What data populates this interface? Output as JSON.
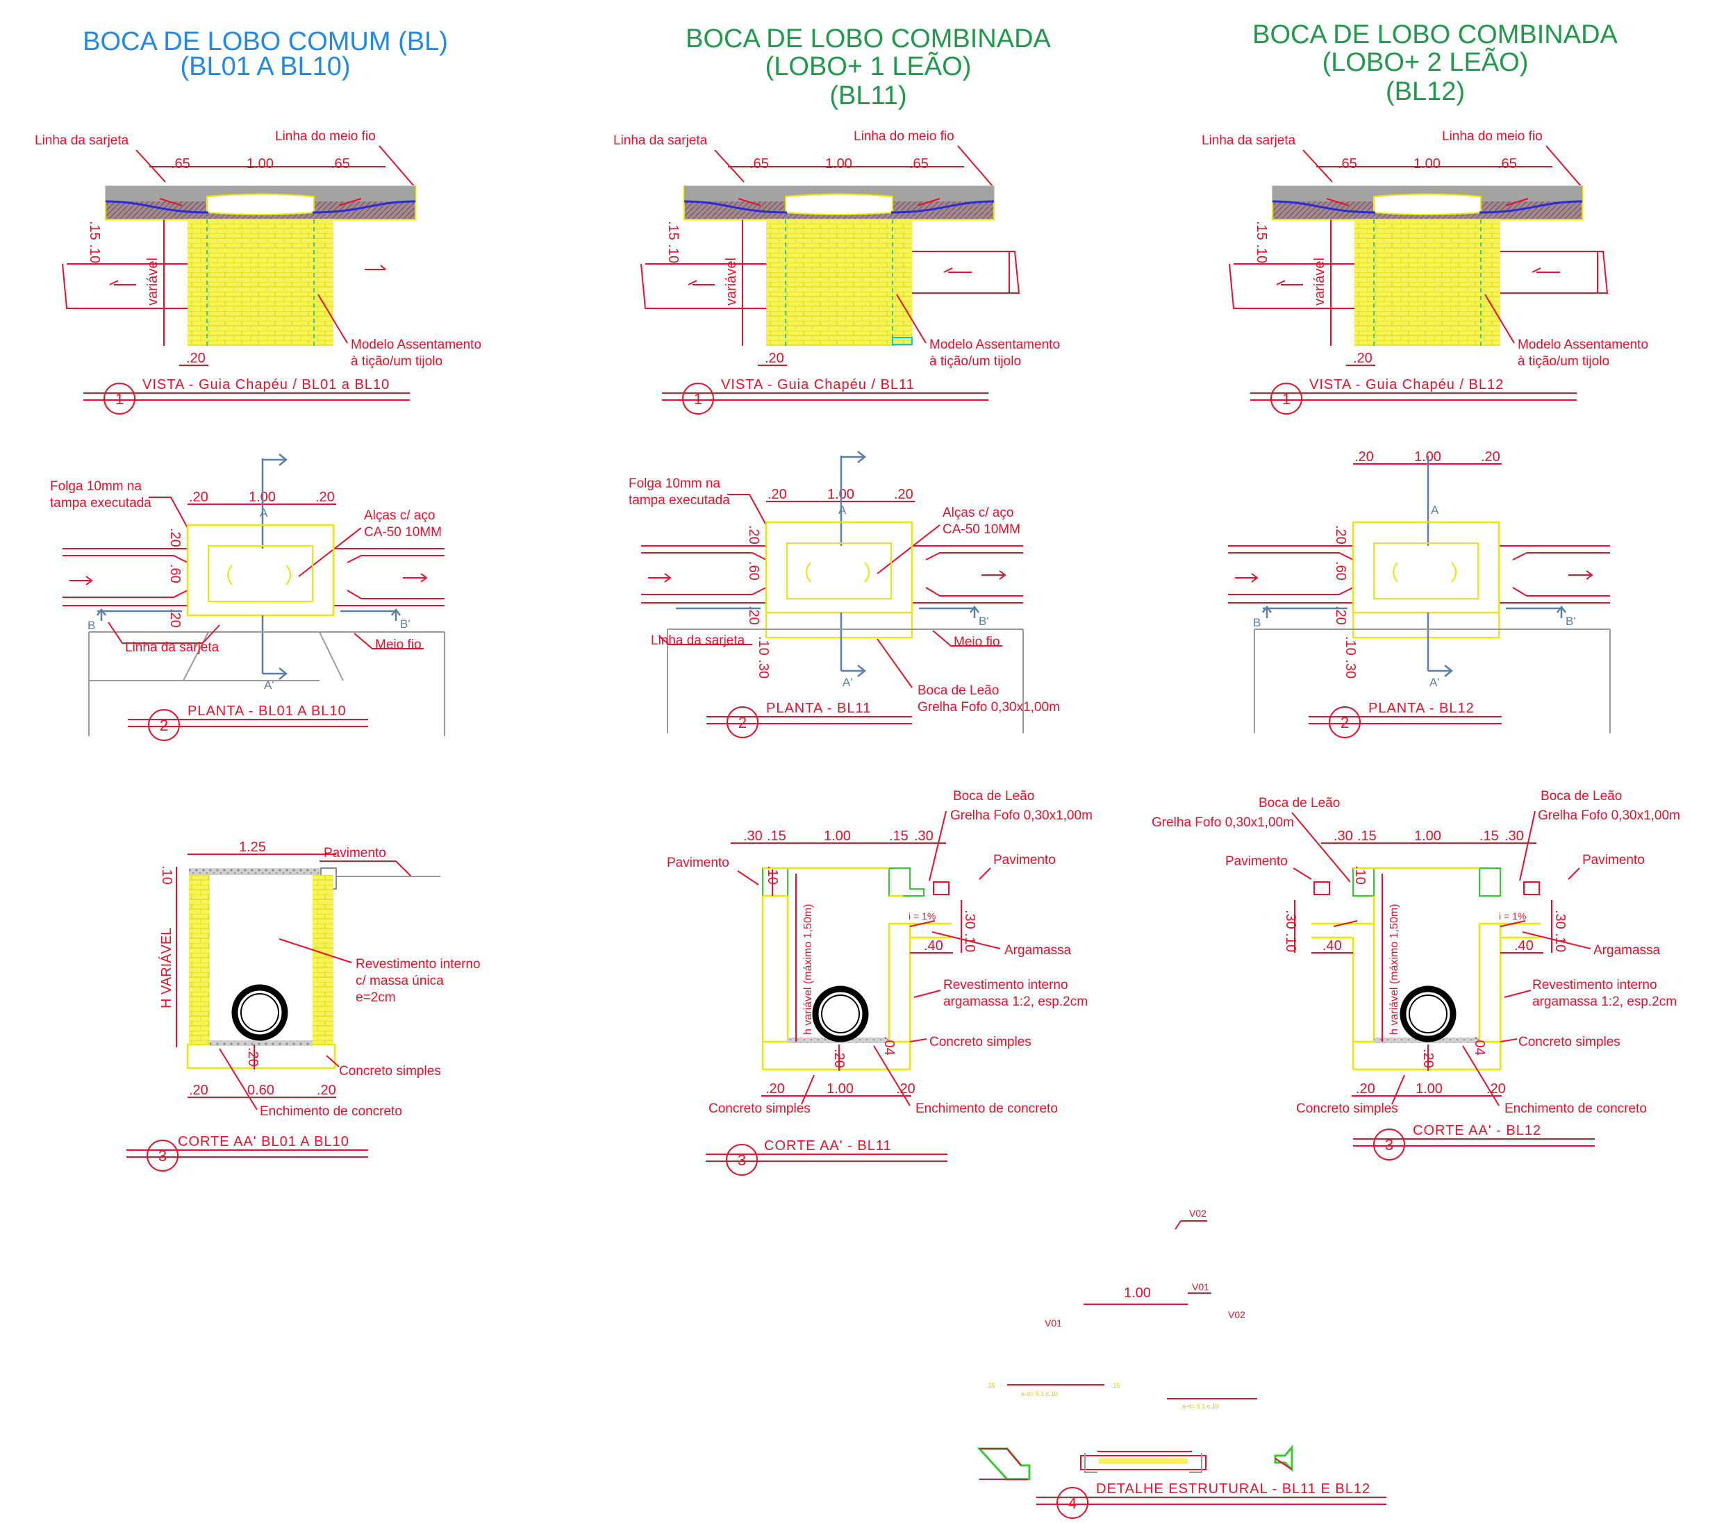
{
  "colors": {
    "title_blue": "#1f8ae3",
    "title_green": "#1e9a4a",
    "annotation_red": "#e8102a",
    "masonry_yellow": "#f6f25a",
    "section_blue": "#5b7fa8"
  },
  "columns": [
    {
      "title": [
        "BOCA DE LOBO COMUM (BL)",
        "(BL01 A BL10)"
      ],
      "vista": {
        "left_label": "Linha da sarjeta",
        "right_label": "Linha do meio fio",
        "dims": [
          ".65",
          "1.00",
          ".65"
        ],
        "vdim": ".15 .10",
        "variavel": "variável",
        "bottom_dim": ".20",
        "note": [
          "Modelo Assentamento",
          "à tição/um tijolo"
        ],
        "caption_num": "1",
        "caption": "VISTA - Guia Chapéu / BL01 a BL10"
      },
      "planta": {
        "folga": [
          "Folga 10mm na",
          "tampa executada"
        ],
        "dims": [
          ".20",
          "1.00",
          ".20"
        ],
        "alcas": [
          "Alças c/ aço",
          "CA-50 10MM"
        ],
        "vdims": [
          ".20",
          ".60",
          ".20"
        ],
        "sarjeta": "Linha da sarjeta",
        "meio_fio": "Meio fio",
        "sec_A": "A",
        "sec_A2": "A'",
        "sec_B": "B",
        "sec_B2": "B'",
        "caption_num": "2",
        "caption": "PLANTA - BL01 A BL10"
      },
      "corte": {
        "top_dim": "1.25",
        "pavimento": "Pavimento",
        "vdim": ".10",
        "h_variavel": "H VARIÁVEL",
        "revest": [
          "Revestimento interno",
          "c/ massa única",
          "e=2cm"
        ],
        "dim_20": ".20",
        "concreto": "Concreto simples",
        "bottom_dims": [
          ".20",
          "0.60",
          ".20"
        ],
        "enchimento": "Enchimento de concreto",
        "caption_num": "3",
        "caption": "CORTE AA' BL01 A BL10"
      }
    },
    {
      "title": [
        "BOCA DE LOBO COMBINADA",
        "(LOBO+ 1 LEÃO)",
        "(BL11)"
      ],
      "vista": {
        "left_label": "Linha da sarjeta",
        "right_label": "Linha do meio fio",
        "dims": [
          ".65",
          "1.00",
          ".65"
        ],
        "vdim": ".15 .10",
        "variavel": "variável",
        "bottom_dim": ".20",
        "note": [
          "Modelo Assentamento",
          "à tição/um tijolo"
        ],
        "caption_num": "1",
        "caption": "VISTA - Guia Chapéu / BL11"
      },
      "planta": {
        "folga": [
          "Folga 10mm na",
          "tampa executada"
        ],
        "dims": [
          ".20",
          "1.00",
          ".20"
        ],
        "alcas": [
          "Alças c/ aço",
          "CA-50 10MM"
        ],
        "vdims": [
          ".20",
          ".60",
          ".20"
        ],
        "vdim2": ".10 .30",
        "sarjeta": "Linha da sarjeta",
        "meio_fio": "Meio fio",
        "leao": [
          "Boca de Leão",
          "Grelha Fofo 0,30x1,00m"
        ],
        "sec_A": "A",
        "sec_A2": "A'",
        "sec_B2": "B'",
        "caption_num": "2",
        "caption": "PLANTA - BL11"
      },
      "corte": {
        "leao": [
          "Boca de Leão",
          "Grelha Fofo 0,30x1,00m"
        ],
        "top_dims": [
          ".30",
          ".15",
          "1.00",
          ".15",
          ".30"
        ],
        "pavimento": "Pavimento",
        "pavimento_right": "Pavimento",
        "vdim_left": ".10",
        "h_label": "h variável (máximo 1,50m)",
        "slope": "i = 1%",
        "vdim_right": ".30 .10",
        "dim_40": ".40",
        "argamassa": "Argamassa",
        "revest": [
          "Revestimento interno",
          "argamassa 1:2, esp.2cm"
        ],
        "dim_04": ".04",
        "concreto_right": "Concreto simples",
        "dim_20": ".20",
        "bottom_dims": [
          ".20",
          "1.00",
          ".20"
        ],
        "concreto_left": "Concreto simples",
        "enchimento": "Enchimento de concreto",
        "caption_num": "3",
        "caption": "CORTE AA' - BL11"
      }
    },
    {
      "title": [
        "BOCA DE LOBO COMBINADA",
        "(LOBO+ 2 LEÃO)",
        "(BL12)"
      ],
      "vista": {
        "left_label": "Linha da sarjeta",
        "right_label": "Linha do meio fio",
        "dims": [
          ".65",
          "1.00",
          ".65"
        ],
        "vdim": ".15 .10",
        "variavel": "variável",
        "bottom_dim": ".20",
        "note": [
          "Modelo Assentamento",
          "à tição/um tijolo"
        ],
        "caption_num": "1",
        "caption": "VISTA - Guia Chapéu / BL12"
      },
      "planta": {
        "dims": [
          ".20",
          "1.00",
          ".20"
        ],
        "vdims": [
          ".20",
          ".60",
          ".20"
        ],
        "vdim2": ".10 .30",
        "sec_A": "A",
        "sec_A2": "A'",
        "sec_B": "B",
        "sec_B2": "B'",
        "caption_num": "2",
        "caption": "PLANTA - BL12"
      },
      "corte": {
        "leao_left": [
          "Boca de Leão",
          "Grelha Fofo 0,30x1,00m"
        ],
        "leao_right": [
          "Boca de Leão",
          "Grelha Fofo 0,30x1,00m"
        ],
        "top_dims": [
          ".30",
          ".15",
          "1.00",
          ".15",
          ".30"
        ],
        "pavimento": "Pavimento",
        "pavimento_right": "Pavimento",
        "vdim_left": ".30 .10",
        "vdim_small": ".10",
        "h_label": "h variável (máximo 1,50m)",
        "slope": "i = 1%",
        "vdim_right": ".30 .10",
        "dim_40": ".40",
        "argamassa": "Argamassa",
        "revest": [
          "Revestimento interno",
          "argamassa 1:2, esp.2cm"
        ],
        "dim_04": ".04",
        "concreto_right": "Concreto simples",
        "dim_20": ".20",
        "bottom_dims": [
          ".20",
          "1.00",
          ".20"
        ],
        "concreto_left": "Concreto simples",
        "enchimento": "Enchimento de concreto",
        "caption_num": "3",
        "caption": "CORTE AA' - BL12"
      }
    }
  ],
  "detalhe": {
    "v02_top": "V02",
    "dim": "1.00",
    "v01_right": "V01",
    "v01_left": "V01",
    "v02_right": "V02",
    "caption_num": "4",
    "caption": "DETALHE ESTRUTURAL - BL11 E BL12"
  }
}
